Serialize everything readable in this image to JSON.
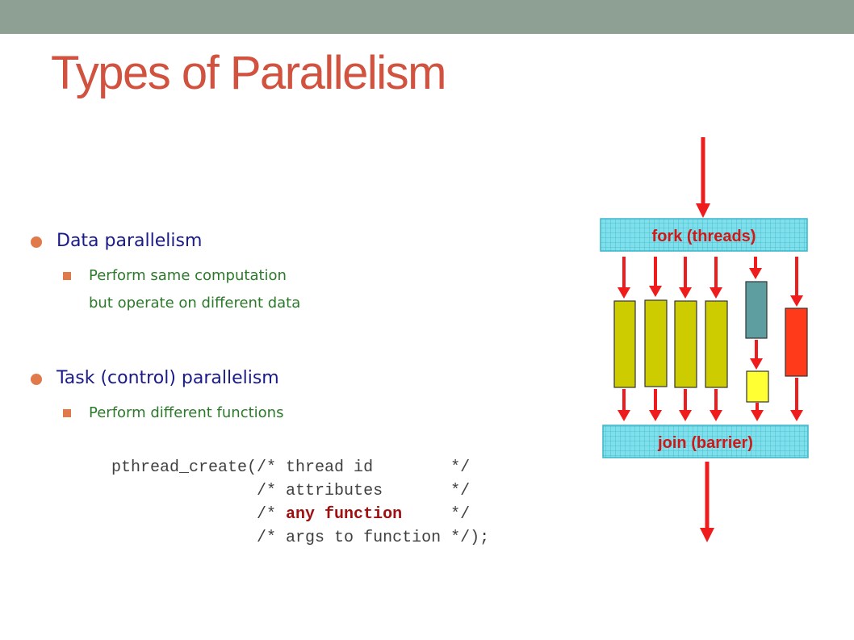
{
  "slide": {
    "title": "Types of Parallelism",
    "colors": {
      "header_band": "#8e9f94",
      "title": "#d0523f",
      "level1_text": "#1a1a8a",
      "level2_text": "#2a7a2a",
      "bullet_marker": "#e07a4a",
      "code_highlight": "#a01010"
    },
    "bullets": [
      {
        "text": "Data parallelism",
        "sub": [
          "Perform same computation",
          "but operate on different data"
        ]
      },
      {
        "text": "Task (control) parallelism",
        "sub": [
          "Perform different functions"
        ]
      }
    ],
    "code": {
      "line1_prefix": "pthread_create(/* ",
      "line1_arg": "thread id        ",
      "line1_end": "*/",
      "line2_prefix": "               /* ",
      "line2_arg": "attributes       ",
      "line2_end": "*/",
      "line3_prefix": "               /* ",
      "line3_arg": "any function",
      "line3_pad": "     ",
      "line3_end": "*/",
      "line4_prefix": "               /* ",
      "line4_arg": "args to function ",
      "line4_end": "*/);"
    }
  },
  "diagram": {
    "fork_label": "fork (threads)",
    "join_label": "join (barrier)",
    "colors": {
      "bar_fill": "#7fe0ec",
      "bar_grid": "#3bb6c8",
      "bar_label": "#d01818",
      "arrow": "#ee1c1c",
      "thread_olive": "#cccc00",
      "thread_teal": "#5f9ea0",
      "thread_yellow": "#ffff33",
      "thread_red": "#ff3a1a"
    }
  }
}
